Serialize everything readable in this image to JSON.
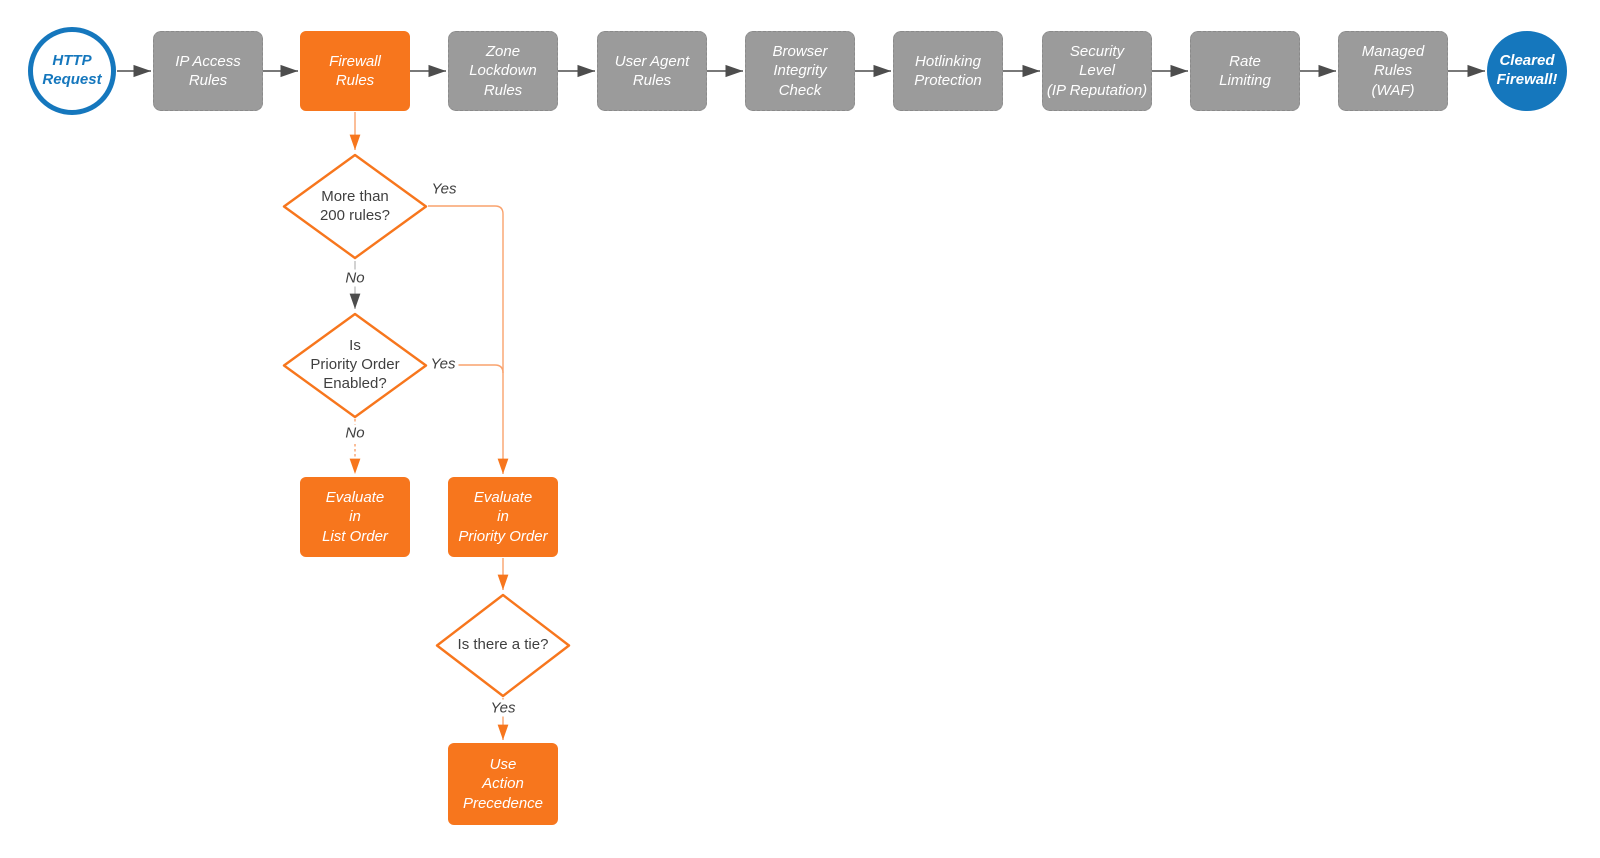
{
  "title": "Firewall request evaluation flowchart",
  "colors": {
    "accent_orange": "#f7761d",
    "node_gray": "#9b9b9b",
    "brand_blue": "#1577bd",
    "arrow_dark": "#4d4d4d",
    "text_dark": "#3f3f3f"
  },
  "flow": {
    "start": {
      "label": "HTTP\nRequest"
    },
    "pipeline": [
      {
        "id": "ip-access-rules",
        "label": "IP Access\nRules",
        "highlight": false
      },
      {
        "id": "firewall-rules",
        "label": "Firewall\nRules",
        "highlight": true
      },
      {
        "id": "zone-lockdown-rules",
        "label": "Zone\nLockdown\nRules",
        "highlight": false
      },
      {
        "id": "user-agent-rules",
        "label": "User Agent\nRules",
        "highlight": false
      },
      {
        "id": "browser-integrity-check",
        "label": "Browser\nIntegrity\nCheck",
        "highlight": false
      },
      {
        "id": "hotlinking-protection",
        "label": "Hotlinking\nProtection",
        "highlight": false
      },
      {
        "id": "security-level",
        "label": "Security\nLevel\n(IP Reputation)",
        "highlight": false
      },
      {
        "id": "rate-limiting",
        "label": "Rate\nLimiting",
        "highlight": false
      },
      {
        "id": "managed-rules-waf",
        "label": "Managed\nRules\n(WAF)",
        "highlight": false
      }
    ],
    "end": {
      "label": "Cleared\nFirewall!"
    },
    "decisions": [
      {
        "id": "more-than-200-rules",
        "label": "More than\n200 rules?"
      },
      {
        "id": "priority-order-enabled",
        "label": "Is\nPriority Order\nEnabled?"
      },
      {
        "id": "is-there-a-tie",
        "label": "Is there a tie?"
      }
    ],
    "actions": [
      {
        "id": "evaluate-in-list-order",
        "label": "Evaluate\nin\nList Order"
      },
      {
        "id": "evaluate-in-priority-order",
        "label": "Evaluate\nin\nPriority Order"
      },
      {
        "id": "use-action-precedence",
        "label": "Use\nAction\nPrecedence"
      }
    ],
    "edge_labels": {
      "d1_yes": "Yes",
      "d1_no": "No",
      "d2_yes": "Yes",
      "d2_no": "No",
      "d3_yes": "Yes"
    }
  }
}
